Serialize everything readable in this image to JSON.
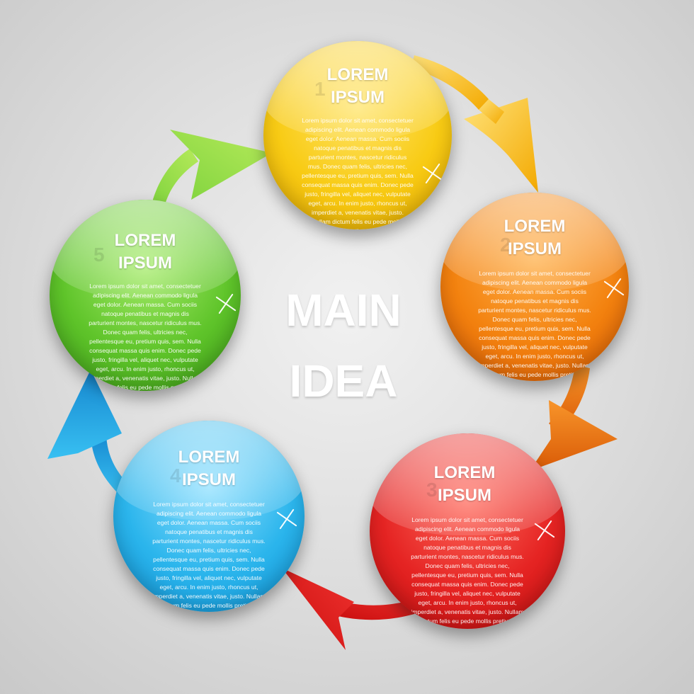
{
  "center": {
    "line1": "MAIN",
    "line2": "IDEA"
  },
  "colors": {
    "yellow": "#f6c200",
    "orange": "#f07d0c",
    "red": "#e21e1e",
    "blue": "#25aee6",
    "green": "#5cc22a"
  },
  "steps": [
    {
      "number": "1",
      "title_line1": "LOREM",
      "title_line2": "IPSUM",
      "color": "yellow",
      "body": "Lorem ipsum dolor sit amet, consectetuer adipiscing elit. Aenean commodo ligula eget dolor. Aenean massa. Cum sociis natoque penatibus et magnis dis parturient montes, nascetur ridiculus mus. Donec quam felis, ultricies nec, pellentesque eu, pretium quis, sem. Nulla consequat massa quis enim. Donec pede justo, fringilla vel, aliquet nec, vulputate eget, arcu. In enim justo, rhoncus ut, imperdiet a, venenatis vitae, justo. Nullam dictum felis eu pede mollis pretium."
    },
    {
      "number": "2",
      "title_line1": "LOREM",
      "title_line2": "IPSUM",
      "color": "orange",
      "body": "Lorem ipsum dolor sit amet, consectetuer adipiscing elit. Aenean commodo ligula eget dolor. Aenean massa. Cum sociis natoque penatibus et magnis dis parturient montes, nascetur ridiculus mus. Donec quam felis, ultricies nec, pellentesque eu, pretium quis, sem. Nulla consequat massa quis enim. Donec pede justo, fringilla vel, aliquet nec, vulputate eget, arcu. In enim justo, rhoncus ut, imperdiet a, venenatis vitae, justo. Nullam dictum felis eu pede mollis pretium."
    },
    {
      "number": "3",
      "title_line1": "LOREM",
      "title_line2": "IPSUM",
      "color": "red",
      "body": "Lorem ipsum dolor sit amet, consectetuer adipiscing elit. Aenean commodo ligula eget dolor. Aenean massa. Cum sociis natoque penatibus et magnis dis parturient montes, nascetur ridiculus mus. Donec quam felis, ultricies nec, pellentesque eu, pretium quis, sem. Nulla consequat massa quis enim. Donec pede justo, fringilla vel, aliquet nec, vulputate eget, arcu. In enim justo, rhoncus ut, imperdiet a, venenatis vitae, justo. Nullam dictum felis eu pede mollis pretium."
    },
    {
      "number": "4",
      "title_line1": "LOREM",
      "title_line2": "IPSUM",
      "color": "blue",
      "body": "Lorem ipsum dolor sit amet, consectetuer adipiscing elit. Aenean commodo ligula eget dolor. Aenean massa. Cum sociis natoque penatibus et magnis dis parturient montes, nascetur ridiculus mus. Donec quam felis, ultricies nec, pellentesque eu, pretium quis, sem. Nulla consequat massa quis enim. Donec pede justo, fringilla vel, aliquet nec, vulputate eget, arcu. In enim justo, rhoncus ut, imperdiet a, venenatis vitae, justo. Nullam dictum felis eu pede mollis pretium."
    },
    {
      "number": "5",
      "title_line1": "LOREM",
      "title_line2": "IPSUM",
      "color": "green",
      "body": "Lorem ipsum dolor sit amet, consectetuer adipiscing elit. Aenean commodo ligula eget dolor. Aenean massa. Cum sociis natoque penatibus et magnis dis parturient montes, nascetur ridiculus mus. Donec quam felis, ultricies nec, pellentesque eu, pretium quis, sem. Nulla consequat massa quis enim. Donec pede justo, fringilla vel, aliquet nec, vulputate eget, arcu. In enim justo, rhoncus ut, imperdiet a, venenatis vitae, justo. Nullam dictum felis eu pede mollis pretium."
    }
  ]
}
